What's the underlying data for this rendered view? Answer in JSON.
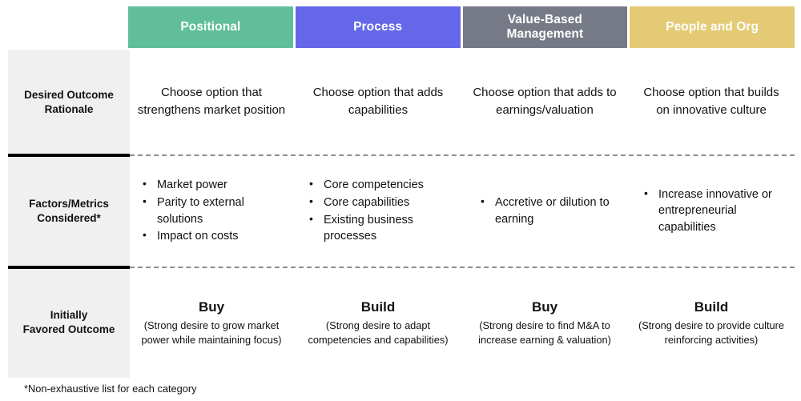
{
  "columns": [
    {
      "label": "Positional",
      "color": "#60bf9a"
    },
    {
      "label": "Process",
      "color": "#6468e8"
    },
    {
      "label": "Value-Based\nManagement",
      "color": "#767a87"
    },
    {
      "label": "People and Org",
      "color": "#e4ca74"
    }
  ],
  "rows": [
    {
      "label": "Desired Outcome\nRationale"
    },
    {
      "label": "Factors/Metrics\nConsidered*"
    },
    {
      "label": "Initially\nFavored Outcome"
    }
  ],
  "rationale": {
    "positional": "Choose option that strengthens market position",
    "process": "Choose option that adds capabilities",
    "value_based_management": "Choose option that adds to earnings/valuation",
    "people_and_org": "Choose option that builds on innovative culture"
  },
  "factors": {
    "positional": [
      "Market power",
      "Parity to external solutions",
      "Impact on costs"
    ],
    "process": [
      "Core competencies",
      "Core capabilities",
      "Existing business processes"
    ],
    "value_based_management": [
      "Accretive or dilution to earning"
    ],
    "people_and_org": [
      "Increase innovative or entrepreneurial capabilities"
    ]
  },
  "outcomes": [
    {
      "verdict": "Buy",
      "detail": "(Strong desire to grow market power while maintaining focus)"
    },
    {
      "verdict": "Build",
      "detail": "(Strong desire to adapt competencies and capabilities)"
    },
    {
      "verdict": "Buy",
      "detail": "(Strong desire to find M&A to increase earning & valuation)"
    },
    {
      "verdict": "Build",
      "detail": "(Strong desire to provide culture reinforcing activities)"
    }
  ],
  "footnote": "*Non-exhaustive list for each category"
}
